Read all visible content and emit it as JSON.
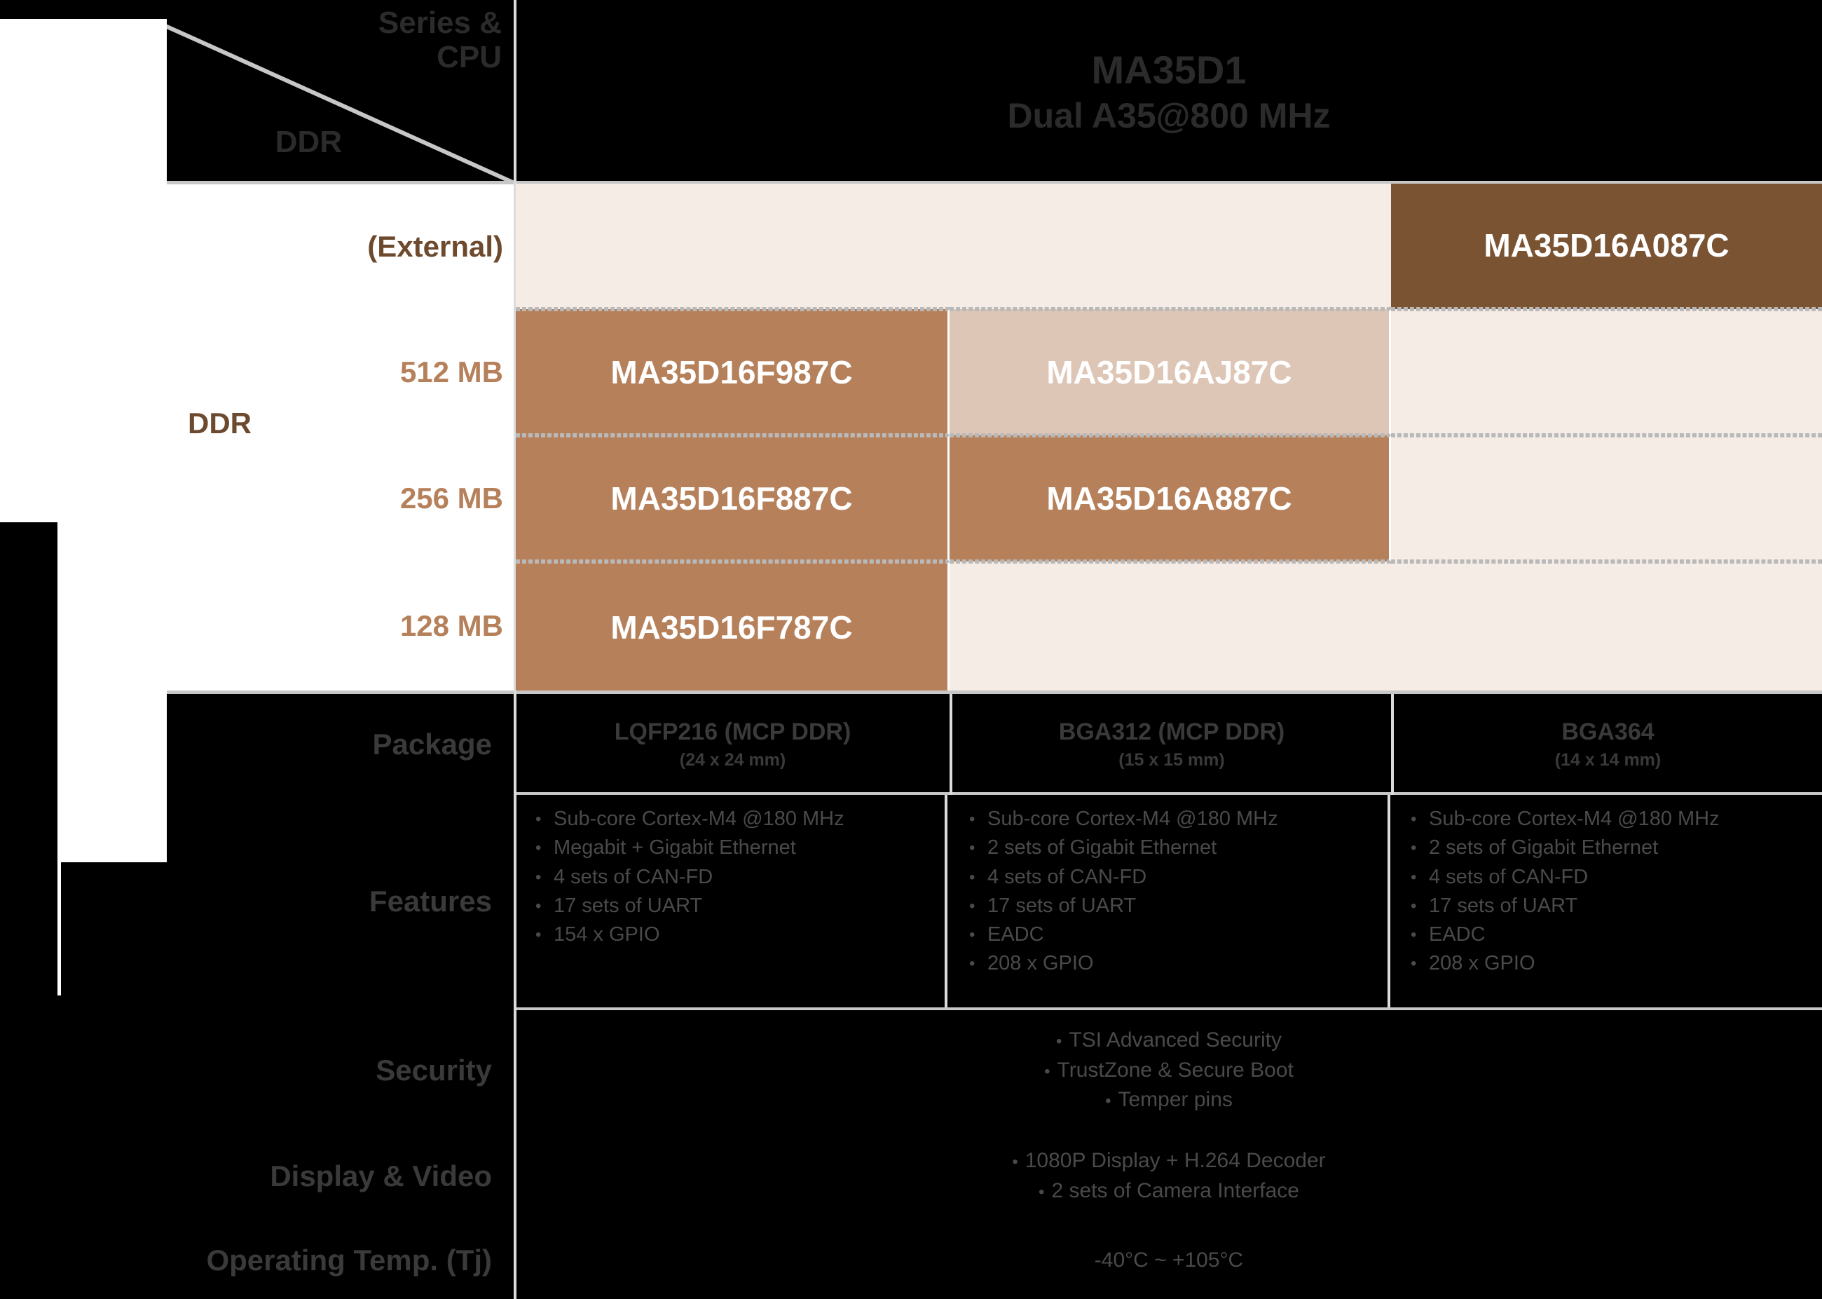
{
  "corner": {
    "series_cpu_line1": "Series &",
    "series_cpu_line2": "CPU",
    "ddr": "DDR"
  },
  "header": {
    "title": "MA35D1",
    "subtitle": "Dual A35@800 MHz"
  },
  "ddr_axis": {
    "side_label": "DDR",
    "rows": [
      {
        "label": "(External)"
      },
      {
        "label": "512 MB"
      },
      {
        "label": "256 MB"
      },
      {
        "label": "128 MB"
      }
    ]
  },
  "matrix": {
    "cells": [
      [
        {
          "text": "",
          "style": "empty"
        },
        {
          "text": "",
          "style": "empty"
        },
        {
          "text": "MA35D16A087C",
          "style": "dark"
        }
      ],
      [
        {
          "text": "MA35D16F987C",
          "style": "brown"
        },
        {
          "text": "MA35D16AJ87C",
          "style": "light"
        },
        {
          "text": "",
          "style": "empty"
        }
      ],
      [
        {
          "text": "MA35D16F887C",
          "style": "brown"
        },
        {
          "text": "MA35D16A887C",
          "style": "brown"
        },
        {
          "text": "",
          "style": "empty"
        }
      ],
      [
        {
          "text": "MA35D16F787C",
          "style": "brown"
        },
        {
          "text": "",
          "style": "empty"
        },
        {
          "text": "",
          "style": "empty"
        }
      ]
    ]
  },
  "sections": {
    "package_label": "Package",
    "features_label": "Features",
    "security_label": "Security",
    "display_label": "Display & Video",
    "temp_label": "Operating Temp. (Tj)"
  },
  "packages": [
    {
      "name": "LQFP216 (MCP DDR)",
      "size": "(24 x 24 mm)"
    },
    {
      "name": "BGA312 (MCP DDR)",
      "size": "(15 x 15 mm)"
    },
    {
      "name": "BGA364",
      "size": "(14 x 14 mm)"
    }
  ],
  "features": [
    [
      "Sub-core Cortex-M4 @180 MHz",
      "Megabit + Gigabit Ethernet",
      "4 sets of CAN-FD",
      "17 sets of UART",
      "154 x GPIO"
    ],
    [
      "Sub-core Cortex-M4 @180 MHz",
      "2 sets of Gigabit Ethernet",
      "4 sets of CAN-FD",
      "17 sets of UART",
      "EADC",
      "208 x GPIO"
    ],
    [
      "Sub-core Cortex-M4 @180 MHz",
      "2 sets of Gigabit Ethernet",
      "4 sets of CAN-FD",
      "17 sets of UART",
      "EADC",
      "208 x GPIO"
    ]
  ],
  "security_items": [
    "TSI Advanced Security",
    "TrustZone & Secure Boot",
    "Temper pins"
  ],
  "display_items": [
    "1080P Display + H.264 Decoder",
    "2 sets of Camera Interface"
  ],
  "operating_temp": "-40°C ~ +105°C",
  "bullet_glyph": "•",
  "colors": {
    "brown": "#b5805a",
    "dark_brown": "#7a5333",
    "light_tan": "#ddc6b5",
    "empty_beige": "#f5ece6",
    "label_brown": "#6d4a2d",
    "rule_grey": "#c7c7c7"
  }
}
